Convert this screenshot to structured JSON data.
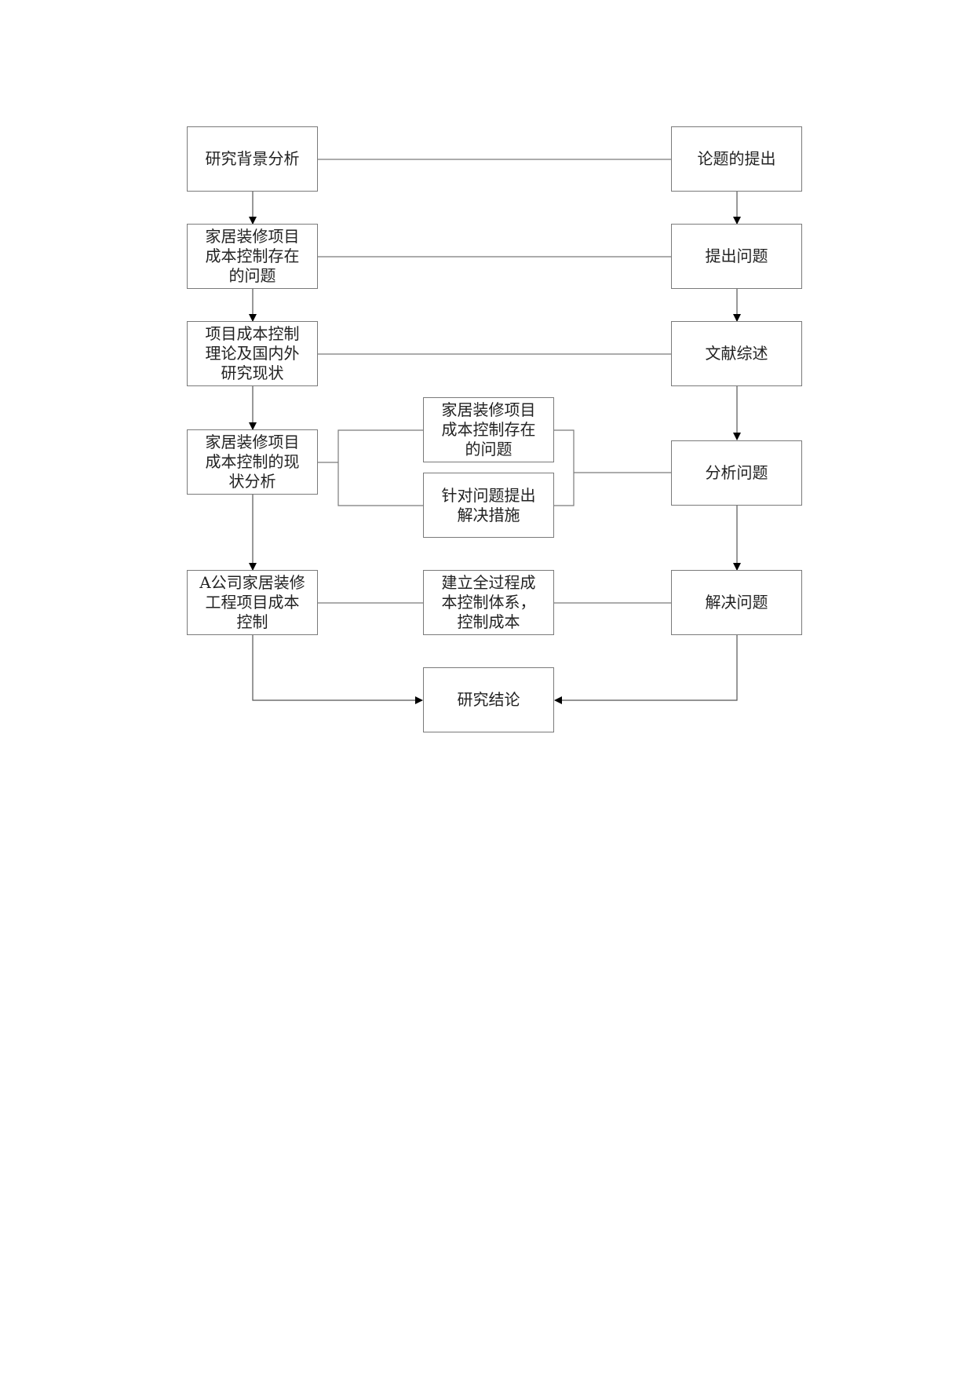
{
  "nodes": {
    "bg": "研究背景分析",
    "topic": "论题的提出",
    "prob1": "家居装修项目\n成本控制存在\n的问题",
    "raise": "提出问题",
    "theory": "项目成本控制\n理论及国内外\n研究现状",
    "lit": "文献综述",
    "status": "家居装修项目\n成本控制的现\n状分析",
    "prob2": "家居装修项目\n成本控制存在\n的问题",
    "measures": "针对问题提出\n解决措施",
    "analyze": "分析问题",
    "company": "A公司家居装修\n工程项目成本\n控制",
    "system": "建立全过程成\n本控制体系，\n控制成本",
    "solve": "解决问题",
    "conclusion": "研究结论"
  }
}
